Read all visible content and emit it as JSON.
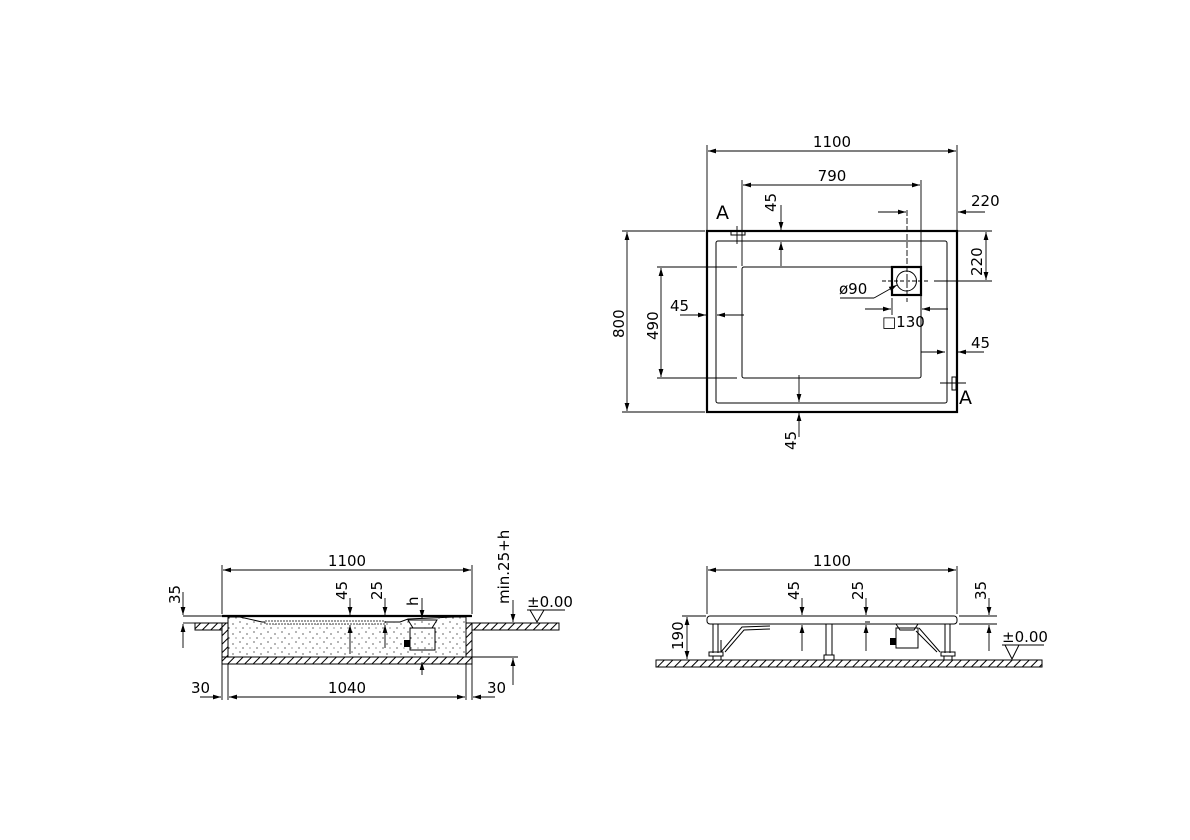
{
  "plan_view": {
    "overall_width": "1100",
    "inner_width": "790",
    "overall_depth": "800",
    "inner_depth": "490",
    "rim_top": "45",
    "rim_left": "45",
    "rim_right": "45",
    "rim_bottom": "45",
    "drain_offset_x": "220",
    "drain_offset_y": "220",
    "drain_diameter": "ø90",
    "drain_square": "□130",
    "section_mark_top": "A",
    "section_mark_bottom": "A"
  },
  "section_installed": {
    "overall_width": "1100",
    "inner_width": "1040",
    "wall_left": "30",
    "wall_right": "30",
    "rim_height": "35",
    "depth_a": "45",
    "depth_b": "25",
    "drain_h": "h",
    "min_height": "min.25+h",
    "floor_level": "±0.00"
  },
  "section_legs": {
    "overall_width": "1100",
    "depth_a": "45",
    "depth_b": "25",
    "rim_height": "35",
    "total_height": "190",
    "floor_level": "±0.00"
  }
}
